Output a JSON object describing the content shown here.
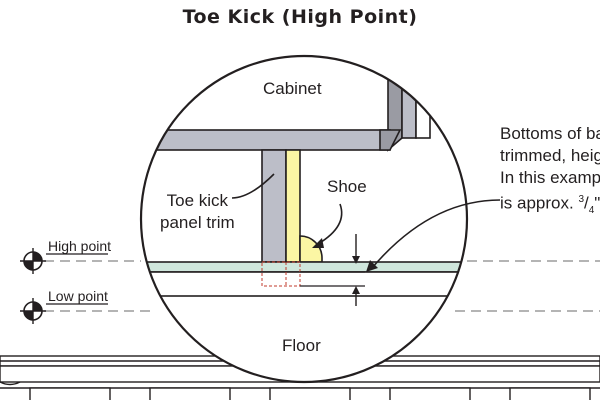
{
  "title": "Toe Kick (High Point)",
  "labels": {
    "cabinet": "Cabinet",
    "toe_kick_line1": "Toe kick",
    "toe_kick_line2": "panel trim",
    "shoe": "Shoe",
    "floor": "Floor",
    "high_point": "High point",
    "low_point": "Low point"
  },
  "note": {
    "line1": "Bottoms of bas",
    "line2": "trimmed, heigh",
    "line3": "In this example",
    "line4_pre": "is approx. ",
    "line4_num": "3",
    "line4_den": "4",
    "line4_post": "\" a"
  },
  "colors": {
    "outline": "#231f20",
    "panel": "#bcbec8",
    "floor_strip": "#cfe6dc",
    "trim": "#fbf6a4",
    "dashed": "#888888",
    "shadow": "#9a9ba3"
  }
}
